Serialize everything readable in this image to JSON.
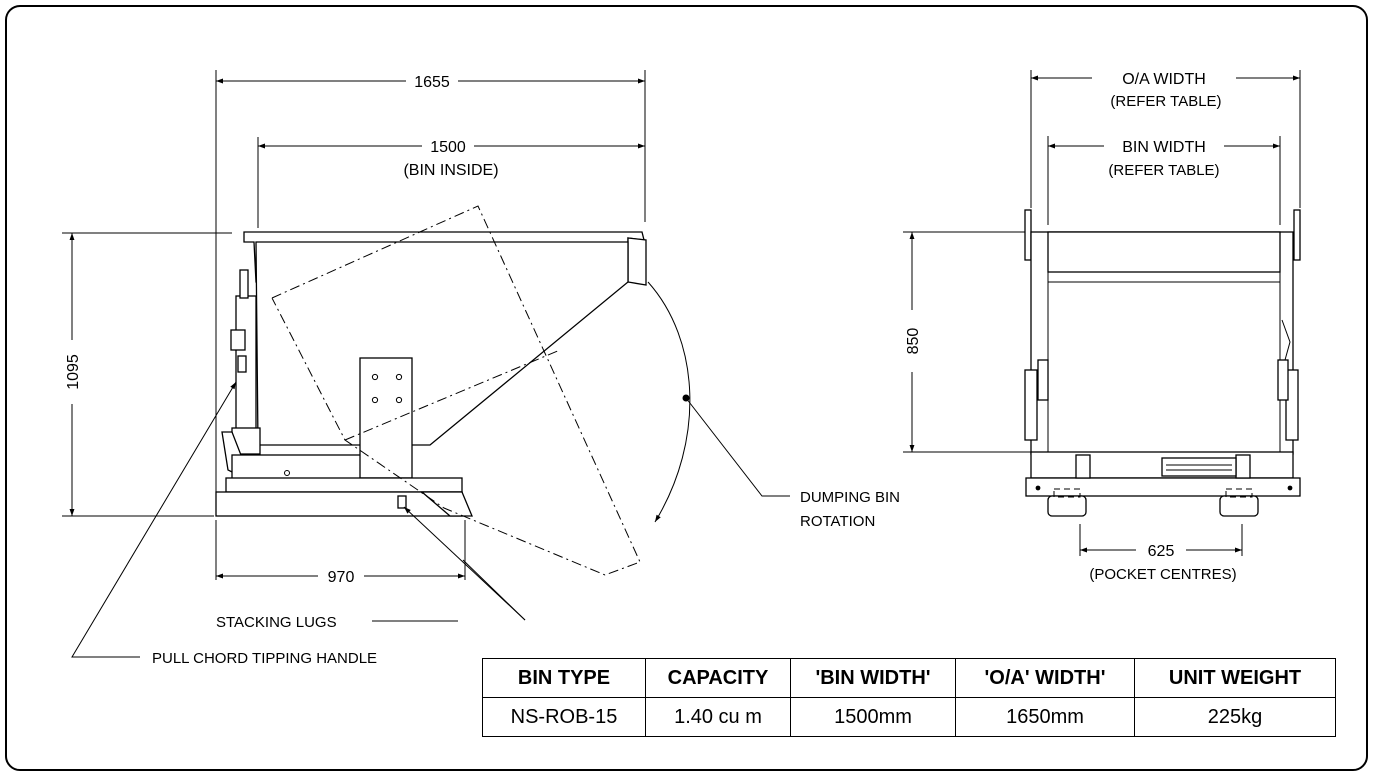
{
  "side_view": {
    "dim_overall_length": "1655",
    "dim_bin_inside": "1500",
    "dim_bin_inside_note": "(BIN INSIDE)",
    "dim_height": "1095",
    "dim_base": "970",
    "label_rotation_line1": "DUMPING BIN",
    "label_rotation_line2": "ROTATION",
    "label_stacking_lugs": "STACKING LUGS",
    "label_handle": "PULL CHORD TIPPING HANDLE"
  },
  "end_view": {
    "dim_oa_width": "O/A WIDTH",
    "dim_oa_width_note": "(REFER TABLE)",
    "dim_bin_width": "BIN WIDTH",
    "dim_bin_width_note": "(REFER TABLE)",
    "dim_height": "850",
    "dim_pockets": "625",
    "dim_pockets_note": "(POCKET CENTRES)"
  },
  "table": {
    "headers": [
      "BIN TYPE",
      "CAPACITY",
      "'BIN WIDTH'",
      "'O/A' WIDTH'",
      "UNIT WEIGHT"
    ],
    "rows": [
      [
        "NS-ROB-15",
        "1.40 cu m",
        "1500mm",
        "1650mm",
        "225kg"
      ]
    ]
  }
}
